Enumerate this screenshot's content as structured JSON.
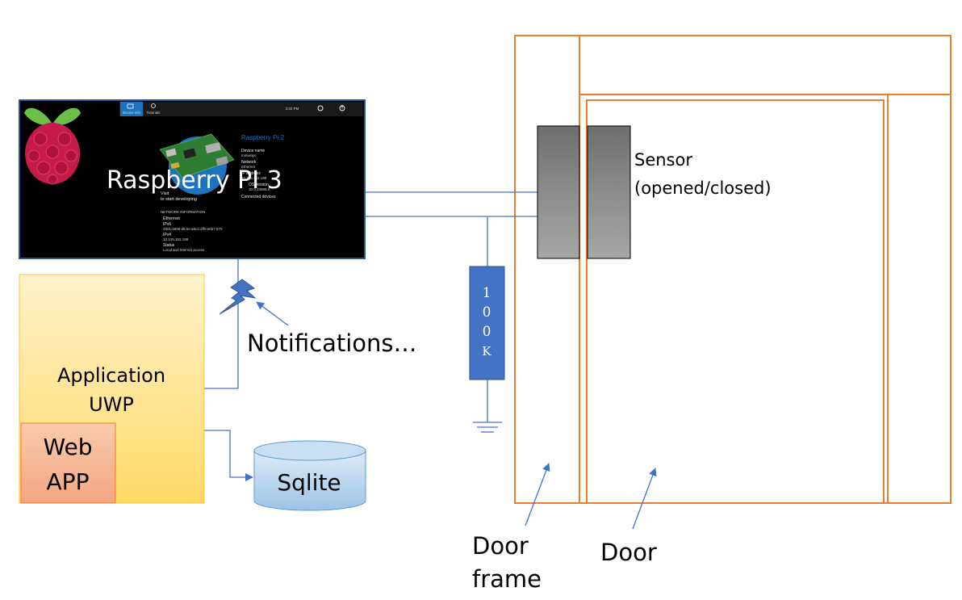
{
  "pi_screen": {
    "overlay_label": "Raspberry PI 3",
    "tab_device_info": "Device info",
    "tab_tutorials": "Tutorials",
    "clock": "3:30 PM",
    "device_title": "Raspberry Pi 2",
    "fields": [
      {
        "label": "Device name",
        "value": "minwinpc"
      },
      {
        "label": "Network",
        "value": "Ethernet"
      },
      {
        "label": "IP address",
        "value": "10.125.152.198"
      },
      {
        "label": "OS version",
        "value": "10.0.10586.0"
      },
      {
        "label": "Connected devices",
        "value": ""
      }
    ],
    "visit_text": "Visit",
    "start_developing": "to start developing",
    "network_info_heading": "NETWORK INFORMATION",
    "ethernet_heading": "Ethernet",
    "net_rows": [
      {
        "label": "IPv6",
        "value": "2001:4898:d8:5e:a8c2:2ff0:e6b7:572"
      },
      {
        "label": "IPv4",
        "value": "10.125.152.198"
      },
      {
        "label": "Status",
        "value": "Local and Internet access"
      }
    ]
  },
  "labels": {
    "notifications": "Notifications…",
    "application_line1": "Application",
    "application_line2": "UWP",
    "web_line1": "Web",
    "web_line2": "APP",
    "sqlite": "Sqlite",
    "resistor_chars": [
      "1",
      "0",
      "0",
      "K"
    ],
    "sensor_line1": "Sensor",
    "sensor_line2": "(opened/closed)",
    "door_frame_line1": "Door",
    "door_frame_line2": "frame",
    "door": "Door"
  },
  "colors": {
    "orange": "#ed7d31",
    "blue_line": "#4472c4",
    "resistor_fill": "#4472c4",
    "app_fill": "#ffd966",
    "web_fill": "#f4b183",
    "db_fill": "#9dc3e6",
    "sensor_fill": "#808080",
    "raspberry_red": "#c51a4a"
  }
}
